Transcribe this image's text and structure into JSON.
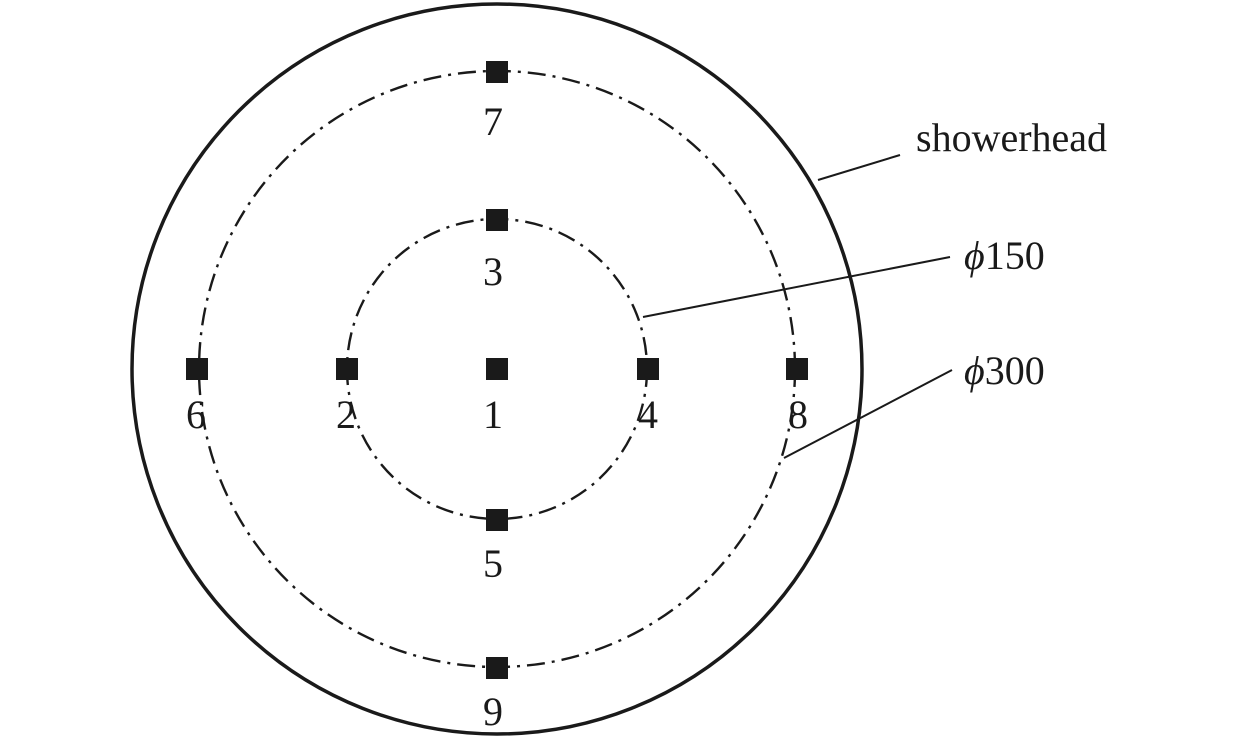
{
  "diagram": {
    "labels": {
      "showerhead": "showerhead",
      "phi_symbol": "ϕ",
      "inner_diameter": "150",
      "outer_diameter": "300"
    },
    "points": [
      {
        "id": "p1",
        "label": "1"
      },
      {
        "id": "p2",
        "label": "2"
      },
      {
        "id": "p3",
        "label": "3"
      },
      {
        "id": "p4",
        "label": "4"
      },
      {
        "id": "p5",
        "label": "5"
      },
      {
        "id": "p6",
        "label": "6"
      },
      {
        "id": "p7",
        "label": "7"
      },
      {
        "id": "p8",
        "label": "8"
      },
      {
        "id": "p9",
        "label": "9"
      }
    ]
  }
}
